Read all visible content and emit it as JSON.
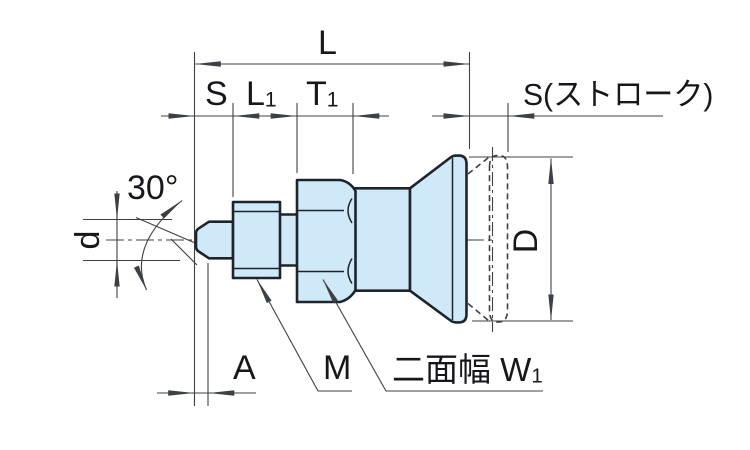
{
  "drawing_type": "engineering-dimension-drawing",
  "labels": {
    "overall_length": "L",
    "stroke": "S",
    "l1": {
      "base": "L",
      "sub": "1"
    },
    "t1": {
      "base": "T",
      "sub": "1"
    },
    "stroke_note": "S(ストローク)",
    "angle": "30°",
    "pin_diameter": "d",
    "knob_diameter": "D",
    "tip_length": "A",
    "thread_size": "M",
    "width_across_flats": {
      "base": "二面幅 W",
      "sub": "1"
    }
  },
  "colors": {
    "part_fill": "#d0e9f8",
    "outline": "#1d242b",
    "dimension_lines": "#3c4146",
    "text": "#15171c",
    "background": "#ffffff"
  }
}
